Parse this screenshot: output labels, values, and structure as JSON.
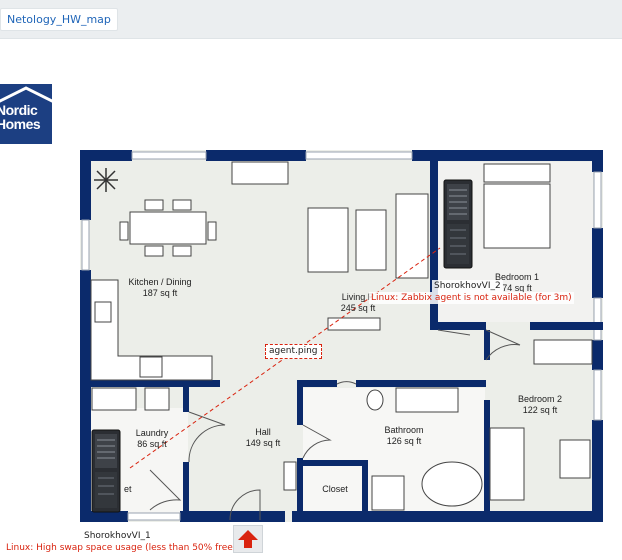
{
  "map_tab": {
    "label": "Netology_HW_map"
  },
  "logo": {
    "text": "Nordic Homes"
  },
  "rooms": {
    "kitchen": {
      "name": "Kitchen / Dining",
      "area": "187 sq ft"
    },
    "living": {
      "name": "Living R",
      "area": "245 sq ft"
    },
    "bedroom1": {
      "name": "Bedroom 1",
      "area": "74 sq ft"
    },
    "bedroom2": {
      "name": "Bedroom 2",
      "area": "122 sq ft"
    },
    "laundry": {
      "name": "Laundry",
      "area": "86 sq ft"
    },
    "hall": {
      "name": "Hall",
      "area": "149 sq ft"
    },
    "bathroom": {
      "name": "Bathroom",
      "area": "126 sq ft"
    },
    "closet": {
      "name": "Closet"
    },
    "closet_partial": {
      "name": "et"
    }
  },
  "hosts": [
    {
      "name": "ShorokhovVI_2",
      "problem": "Linux: Zabbix agent is not available (for 3m)"
    },
    {
      "name": "ShorokhovVI_1",
      "problem": "Linux: High swap space usage (less than 50% free)"
    }
  ],
  "link": {
    "label": "agent.ping"
  },
  "colors": {
    "wall": "#0b2a6b",
    "problem": "#d9230f",
    "link": "#d9230f",
    "floor": "#eceee9",
    "tile": "#f6f6f4"
  },
  "icons": {
    "server": "server-icon",
    "navigate_up": "arrow-up-icon"
  }
}
